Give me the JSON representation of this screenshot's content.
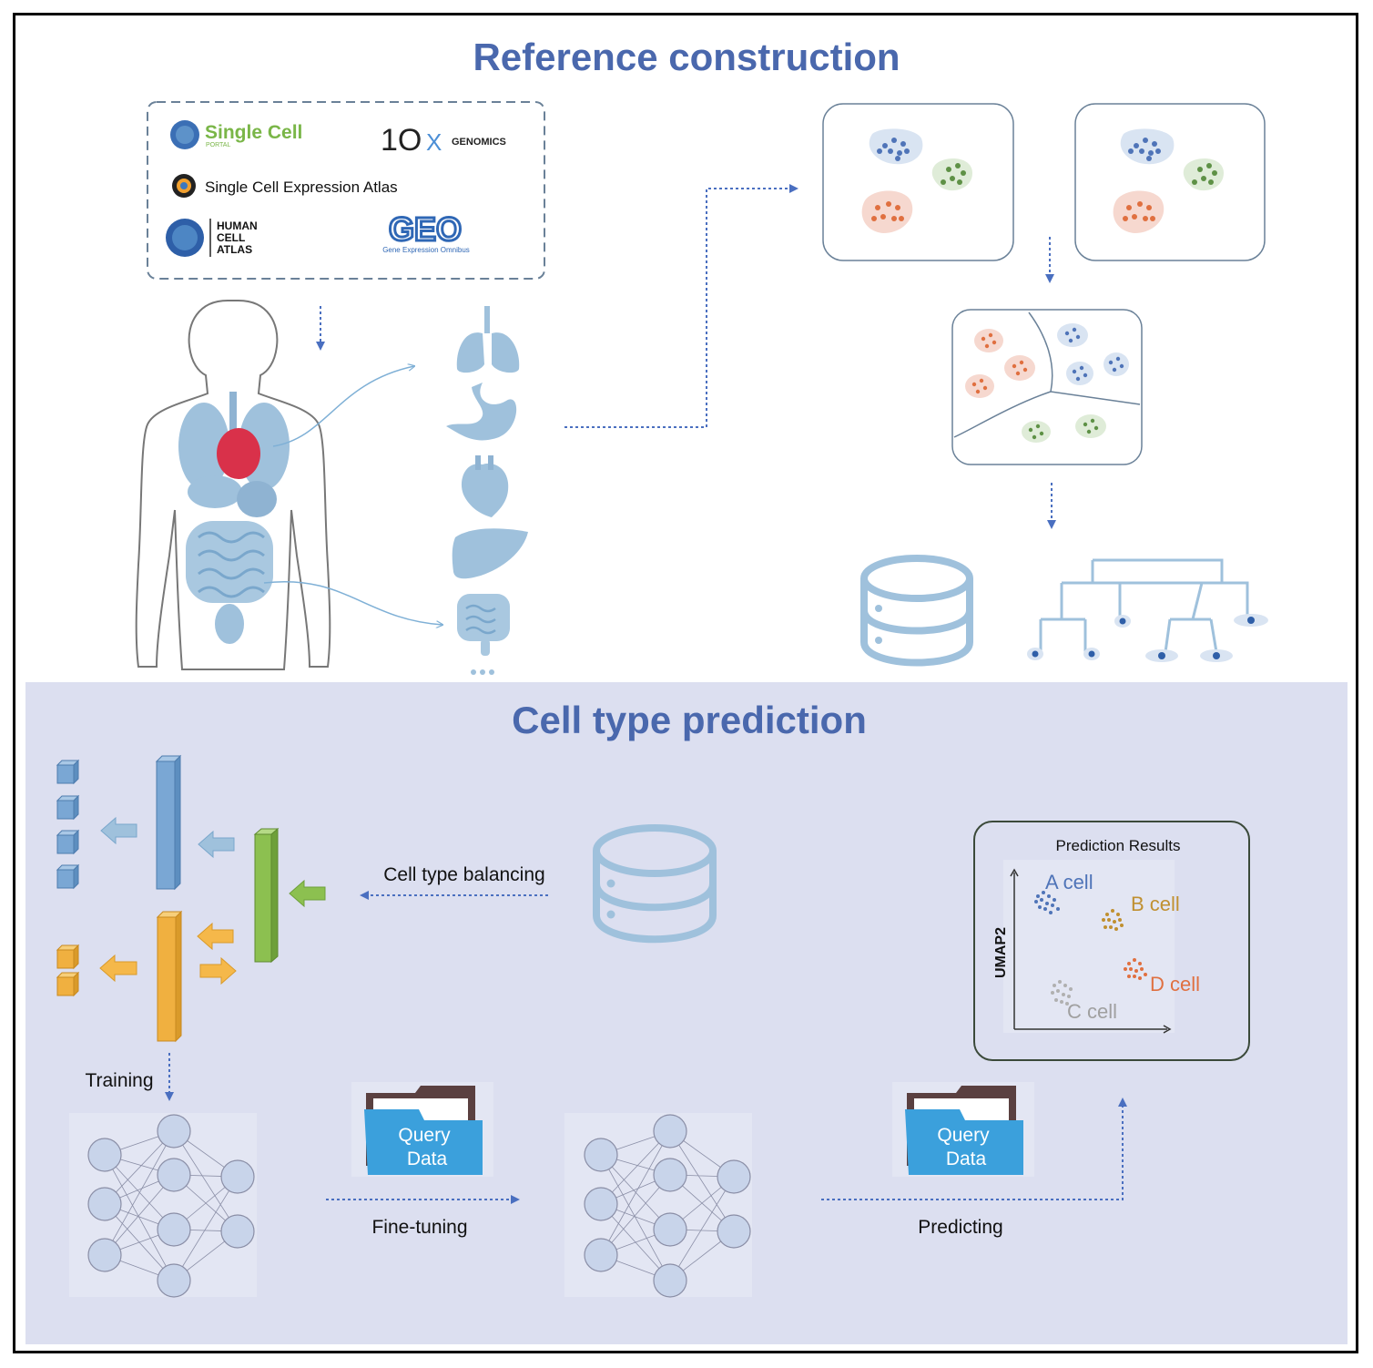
{
  "titles": {
    "reference": "Reference construction",
    "prediction": "Cell type prediction"
  },
  "sources": {
    "single_cell": "Single Cell",
    "single_cell_sub": "PORTAL",
    "tenx_num": "1O",
    "tenx_x": "X",
    "tenx_genomics": "GENOMICS",
    "sc_atlas": "Single Cell Expression Atlas",
    "hca_line1": "HUMAN",
    "hca_line2": "CELL",
    "hca_line3": "ATLAS",
    "geo": "GEO",
    "geo_sub": "Gene Expression Omnibus"
  },
  "labels": {
    "balancing": "Cell type balancing",
    "training": "Training",
    "finetuning": "Fine-tuning",
    "predicting": "Predicting",
    "query1_line1": "Query",
    "query1_line2": "Data",
    "query2_line1": "Query",
    "query2_line2": "Data"
  },
  "results": {
    "title": "Prediction Results",
    "ylabel": "UMAP2",
    "a_cell": "A cell",
    "b_cell": "B cell",
    "c_cell": "C cell",
    "d_cell": "D cell"
  },
  "colors": {
    "title": "#4a68ad",
    "arrow": "#4a6fc0",
    "organ": "#9fc1dc",
    "panel": "#dcdff0",
    "blue_cells": "#4f74b8",
    "green_cells": "#5e9146",
    "orange_cells": "#e07040",
    "gray_cells": "#b0b0b0",
    "gold_cells": "#c09030"
  }
}
